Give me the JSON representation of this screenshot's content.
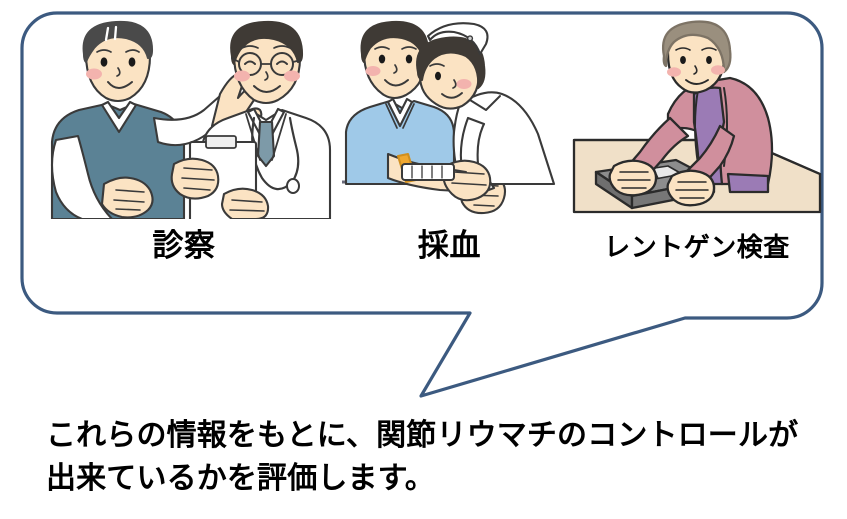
{
  "bubble": {
    "border_color": "#3c5a80",
    "fill_color": "#ffffff",
    "border_width": 3,
    "shape": "rounded-rectangle-with-pointer-tail",
    "tail_direction": "down-left"
  },
  "panels": [
    {
      "id": "examination",
      "label": "診察",
      "illustration": "doctor-and-patient-consultation",
      "colors": {
        "patient_vest": "#5b8295",
        "doctor_coat": "#ffffff",
        "skin": "#fbe3c3",
        "hair": "#4a4a4a",
        "cheek": "#f3b3ae",
        "outline": "#3a3a3a",
        "necktie": "#7d9aa8"
      }
    },
    {
      "id": "bloodtest",
      "label": "採血",
      "illustration": "nurse-drawing-blood-from-patient",
      "colors": {
        "patient_shirt": "#9fc9e8",
        "nurse_uniform": "#ffffff",
        "nurse_cap": "#ffffff",
        "skin": "#fbe3c3",
        "hair": "#3f3a35",
        "tourniquet": "#f0a830",
        "outline": "#3a3a3a"
      }
    },
    {
      "id": "xray",
      "label": "レントゲン検査",
      "illustration": "elderly-woman-hands-on-xray-plate",
      "colors": {
        "jacket": "#d08f9d",
        "inner_top": "#9b7bb5",
        "hair": "#9a8f7e",
        "skin": "#fbe3c3",
        "table": "#f0e0c8",
        "xray_plate": "#8d8d8d",
        "outline": "#2b2b2b"
      }
    }
  ],
  "caption": {
    "line1": "これらの情報をもとに、関節リウマチのコントロールが",
    "line2": "出来ているかを評価します。",
    "color": "#000000"
  }
}
